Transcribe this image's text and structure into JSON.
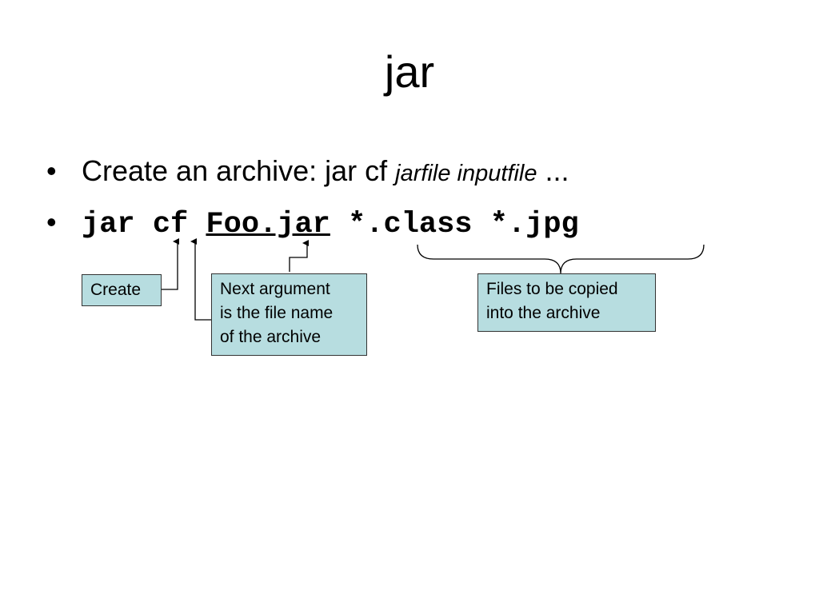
{
  "slide": {
    "title": "jar",
    "bullet_symbol": "•",
    "bullet1": {
      "text": "Create an archive:  jar cf ",
      "italic_args": "jarfile inputfile",
      "ellipsis": " ..."
    },
    "bullet2": {
      "cmd": "jar cf ",
      "jarfile": "Foo.jar",
      "inputs": " *.class *.jpg"
    }
  },
  "callouts": {
    "create": "Create",
    "next_argument": [
      "Next argument",
      "is the file name",
      "of the archive"
    ],
    "files_copied": [
      "Files to be copied",
      "into the archive"
    ]
  },
  "colors": {
    "callout_fill": "#b7dde0",
    "callout_border": "#333333"
  }
}
